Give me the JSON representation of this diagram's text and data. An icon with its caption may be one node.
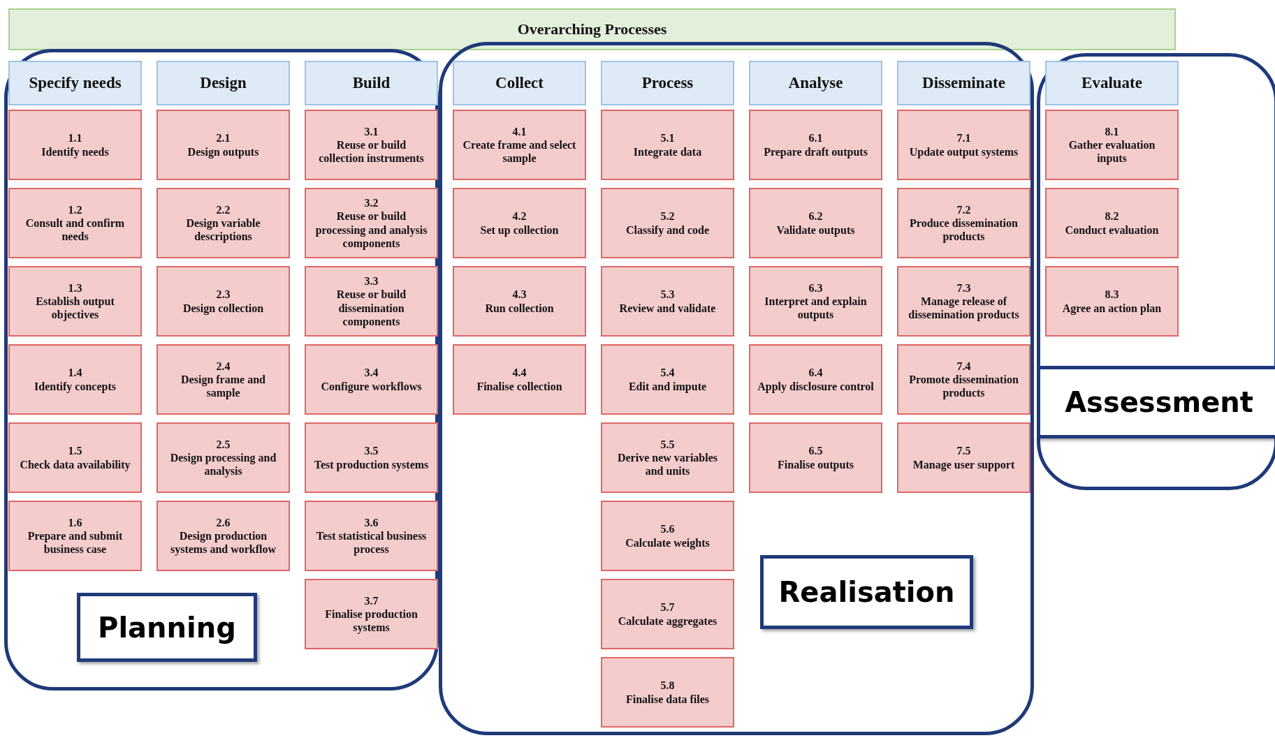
{
  "diagram": {
    "nodes": [
      {
        "text": [
          "Overarching Processes"
        ]
      },
      {
        "text": [
          "Planning"
        ]
      },
      {
        "text": [
          "Specify needs"
        ],
        "in": 1
      },
      {
        "text": [
          "1.1",
          "Identify needs"
        ],
        "in": 1
      },
      {
        "text": [
          "1.2",
          "Consult and confirm needs"
        ],
        "in": 1
      },
      {
        "text": [
          "1.3",
          "Establish output objectives"
        ],
        "in": 1
      },
      {
        "text": [
          "1.4",
          "Identify concepts"
        ],
        "in": 1
      },
      {
        "text": [
          "1.5",
          "Check data availability"
        ],
        "in": 1
      },
      {
        "text": [
          "1.6",
          "Prepare and submit business case"
        ],
        "in": 1
      },
      {
        "text": [
          "Design"
        ],
        "in": 1
      },
      {
        "text": [
          "2.1",
          "Design outputs"
        ],
        "in": 1
      },
      {
        "text": [
          "2.2",
          "Design variable descriptions"
        ],
        "in": 1
      },
      {
        "text": [
          "2.3",
          "Design collection"
        ],
        "in": 1
      },
      {
        "text": [
          "2.4",
          "Design frame and sample"
        ],
        "in": 1
      },
      {
        "text": [
          "2.5",
          "Design processing and analysis"
        ],
        "in": 1
      },
      {
        "text": [
          "2.6",
          "Design production systems and workflow"
        ],
        "in": 1
      },
      {
        "text": [
          "Build"
        ],
        "in": 1
      },
      {
        "text": [
          "3.1",
          "Reuse or build collection instruments"
        ],
        "in": 1
      },
      {
        "text": [
          "3.2",
          "Reuse or build processing and analysis components"
        ],
        "in": 1
      },
      {
        "text": [
          "3.3",
          "Reuse or build dissemination components"
        ],
        "in": 1
      },
      {
        "text": [
          "3.4",
          "Configure workflows"
        ],
        "in": 1
      },
      {
        "text": [
          "3.5",
          "Test production systems"
        ],
        "in": 1
      },
      {
        "text": [
          "3.6",
          "Test statistical business process"
        ],
        "in": 1
      },
      {
        "text": [
          "3.7",
          "Finalise production systems"
        ],
        "in": 1
      },
      {
        "text": [
          "Realisation"
        ]
      },
      {
        "text": [
          "Collect"
        ],
        "in": 24
      },
      {
        "text": [
          "4.1",
          "Create frame and select sample"
        ],
        "in": 24
      },
      {
        "text": [
          "4.2",
          "Set up collection"
        ],
        "in": 24
      },
      {
        "text": [
          "4.3",
          "Run collection"
        ],
        "in": 24
      },
      {
        "text": [
          "4.4",
          "Finalise collection"
        ],
        "in": 24
      },
      {
        "text": [
          "Process"
        ],
        "in": 24
      },
      {
        "text": [
          "5.1",
          "Integrate data"
        ],
        "in": 24
      },
      {
        "text": [
          "5.2",
          "Classify and code"
        ],
        "in": 24
      },
      {
        "text": [
          "5.3",
          "Review and validate"
        ],
        "in": 24
      },
      {
        "text": [
          "5.4",
          "Edit and impute"
        ],
        "in": 24
      },
      {
        "text": [
          "5.5",
          "Derive new variables and units"
        ],
        "in": 24
      },
      {
        "text": [
          "5.6",
          "Calculate weights"
        ],
        "in": 24
      },
      {
        "text": [
          "5.7",
          "Calculate aggregates"
        ],
        "in": 24
      },
      {
        "text": [
          "5.8",
          "Finalise data files"
        ],
        "in": 24
      },
      {
        "text": [
          "Analyse"
        ],
        "in": 24
      },
      {
        "text": [
          "6.1",
          "Prepare draft outputs"
        ],
        "in": 24
      },
      {
        "text": [
          "6.2",
          "Validate outputs"
        ],
        "in": 24
      },
      {
        "text": [
          "6.3",
          "Interpret and explain outputs"
        ],
        "in": 24
      },
      {
        "text": [
          "6.4",
          "Apply disclosure control"
        ],
        "in": 24
      },
      {
        "text": [
          "6.5",
          "Finalise outputs"
        ],
        "in": 24
      },
      {
        "text": [
          "Disseminate"
        ],
        "in": 24
      },
      {
        "text": [
          "7.1",
          "Update output systems"
        ],
        "in": 24
      },
      {
        "text": [
          "7.2",
          "Produce dissemination products"
        ],
        "in": 24
      },
      {
        "text": [
          "7.3",
          "Manage release of dissemination products"
        ],
        "in": 24
      },
      {
        "text": [
          "7.4",
          "Promote dissemination products"
        ],
        "in": 24
      },
      {
        "text": [
          "7.5",
          "Manage user support"
        ],
        "in": 24
      },
      {
        "text": [
          "Assessment"
        ]
      },
      {
        "text": [
          "Evaluate"
        ],
        "in": 51
      },
      {
        "text": [
          "8.1",
          "Gather evaluation inputs"
        ],
        "in": 51
      },
      {
        "text": [
          "8.2",
          "Conduct evaluation"
        ],
        "in": 51
      },
      {
        "text": [
          "8.3",
          "Agree an action plan"
        ],
        "in": 51
      }
    ]
  }
}
